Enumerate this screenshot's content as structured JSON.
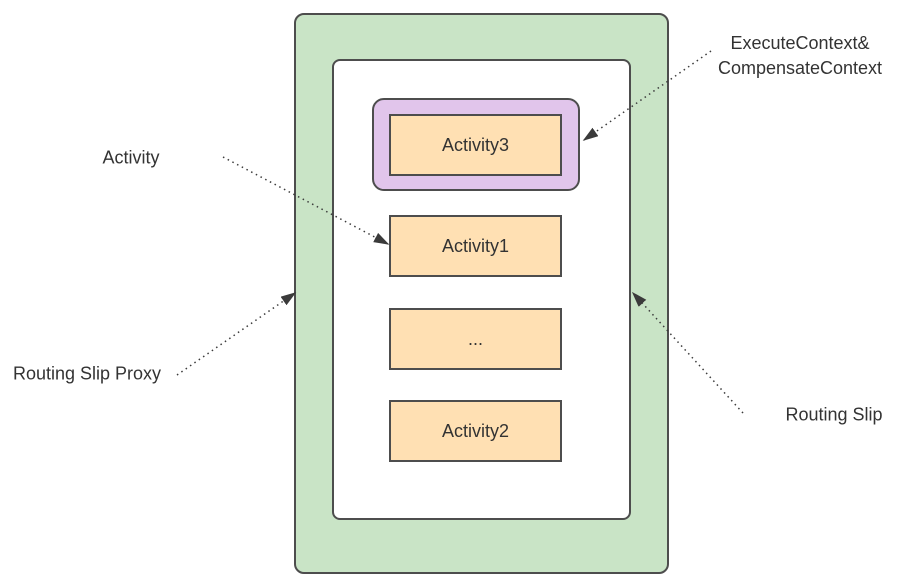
{
  "diagram": {
    "boxes": {
      "activity3": "Activity3",
      "activity1": "Activity1",
      "ellipsis": "...",
      "activity2": "Activity2"
    },
    "labels": {
      "execute_context_line1": "ExecuteContext&",
      "execute_context_line2": "CompensateContext",
      "activity": "Activity",
      "routing_slip_proxy": "Routing Slip Proxy",
      "routing_slip": "Routing Slip"
    },
    "colors": {
      "proxy_green_fill": "#c9e4c6",
      "routing_slip_fill": "#ffffff",
      "context_purple_fill": "#e1c5eb",
      "activity_orange_fill": "#ffe0b3",
      "box_border": "#4d4d4d",
      "text": "#333333",
      "arrow": "#3b3b3b"
    }
  }
}
